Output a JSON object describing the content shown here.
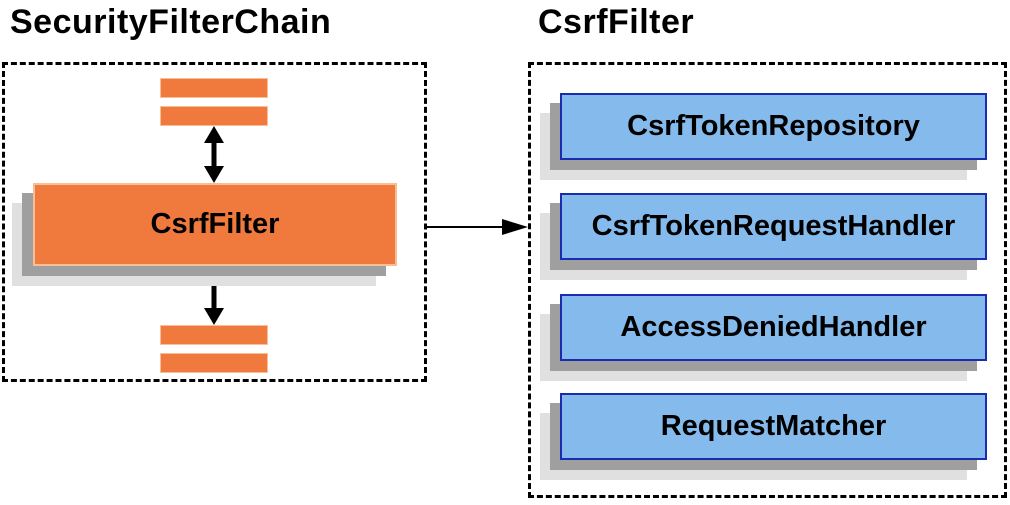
{
  "colors": {
    "orange": "#F0793E",
    "orange-border": "#F9BE96",
    "blue": "#85BBEC",
    "blue-border": "#1B2CAE",
    "shadow-dark": "#9F9F9F",
    "shadow-light": "#E0E0E0",
    "arrow": "#000000"
  },
  "left_panel": {
    "title": "SecurityFilterChain",
    "filter_box": {
      "label": "CsrfFilter"
    }
  },
  "right_panel": {
    "title": "CsrfFilter",
    "boxes": [
      {
        "label": "CsrfTokenRepository"
      },
      {
        "label": "CsrfTokenRequestHandler"
      },
      {
        "label": "AccessDeniedHandler"
      },
      {
        "label": "RequestMatcher"
      }
    ]
  }
}
